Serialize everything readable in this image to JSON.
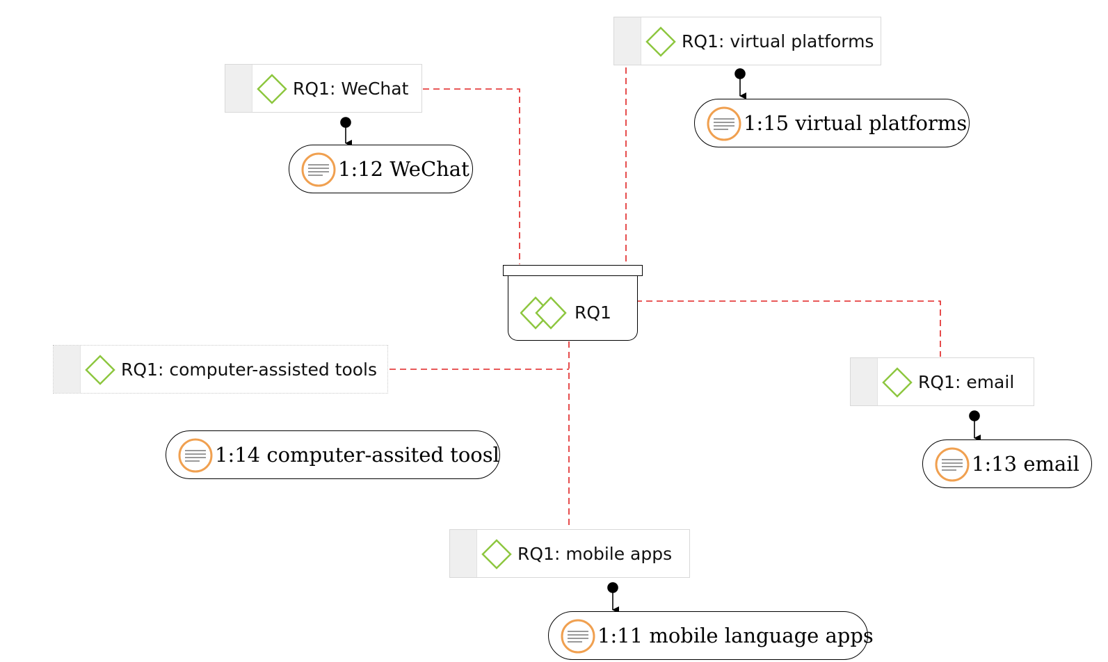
{
  "diagram": {
    "group": {
      "label": "RQ1"
    },
    "codes": [
      {
        "id": "wechat",
        "label": "RQ1: WeChat"
      },
      {
        "id": "virtual",
        "label": "RQ1: virtual platforms"
      },
      {
        "id": "computer",
        "label": "RQ1: computer-assisted tools"
      },
      {
        "id": "email",
        "label": "RQ1: email"
      },
      {
        "id": "mobile",
        "label": "RQ1: mobile apps"
      }
    ],
    "quotations": [
      {
        "id": "q12",
        "label": "1:12 WeChat"
      },
      {
        "id": "q15",
        "label": "1:15 virtual platforms"
      },
      {
        "id": "q14",
        "label": "1:14 computer-assited toosl"
      },
      {
        "id": "q13",
        "label": "1:13 email"
      },
      {
        "id": "q11",
        "label": "1:11 mobile language apps"
      }
    ],
    "colors": {
      "code_icon": "#8dc63f",
      "quote_icon": "#f0a050",
      "link_line": "#e02020",
      "arrow": "#000000"
    },
    "icons": {
      "code": "diamond-code-icon",
      "quote": "quotation-lines-icon",
      "group": "double-diamond-group-icon"
    }
  }
}
